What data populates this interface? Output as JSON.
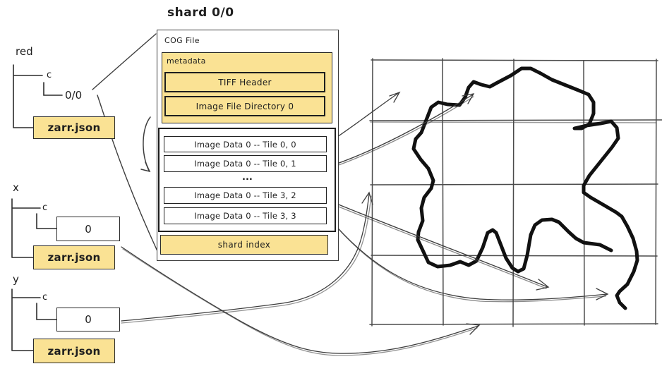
{
  "diagram": {
    "title": "shard 0/0",
    "trees": [
      {
        "label": "red",
        "child": "c",
        "node": "0/0",
        "file": "zarr.json"
      },
      {
        "label": "x",
        "child": "c",
        "node": "0",
        "file": "zarr.json"
      },
      {
        "label": "y",
        "child": "c",
        "node": "0",
        "file": "zarr.json"
      }
    ],
    "cog": {
      "label": "COG File",
      "metadata_label": "metadata",
      "metadata_items": [
        "TIFF Header",
        "Image File Directory 0"
      ],
      "tiles": [
        "Image Data 0 -- Tile 0, 0",
        "Image Data 0 -- Tile 0, 1",
        "Image Data 0 -- Tile 3, 2",
        "Image Data 0 -- Tile 3, 3"
      ],
      "ellipsis": "...",
      "footer": "shard index"
    },
    "grid": {
      "rows": 4,
      "cols": 4
    },
    "colors": {
      "highlight": "#fae294",
      "stroke_dark": "#1e1e1e",
      "stroke_line": "#3d3d3d",
      "grid_line": "#4a4a4a"
    }
  }
}
